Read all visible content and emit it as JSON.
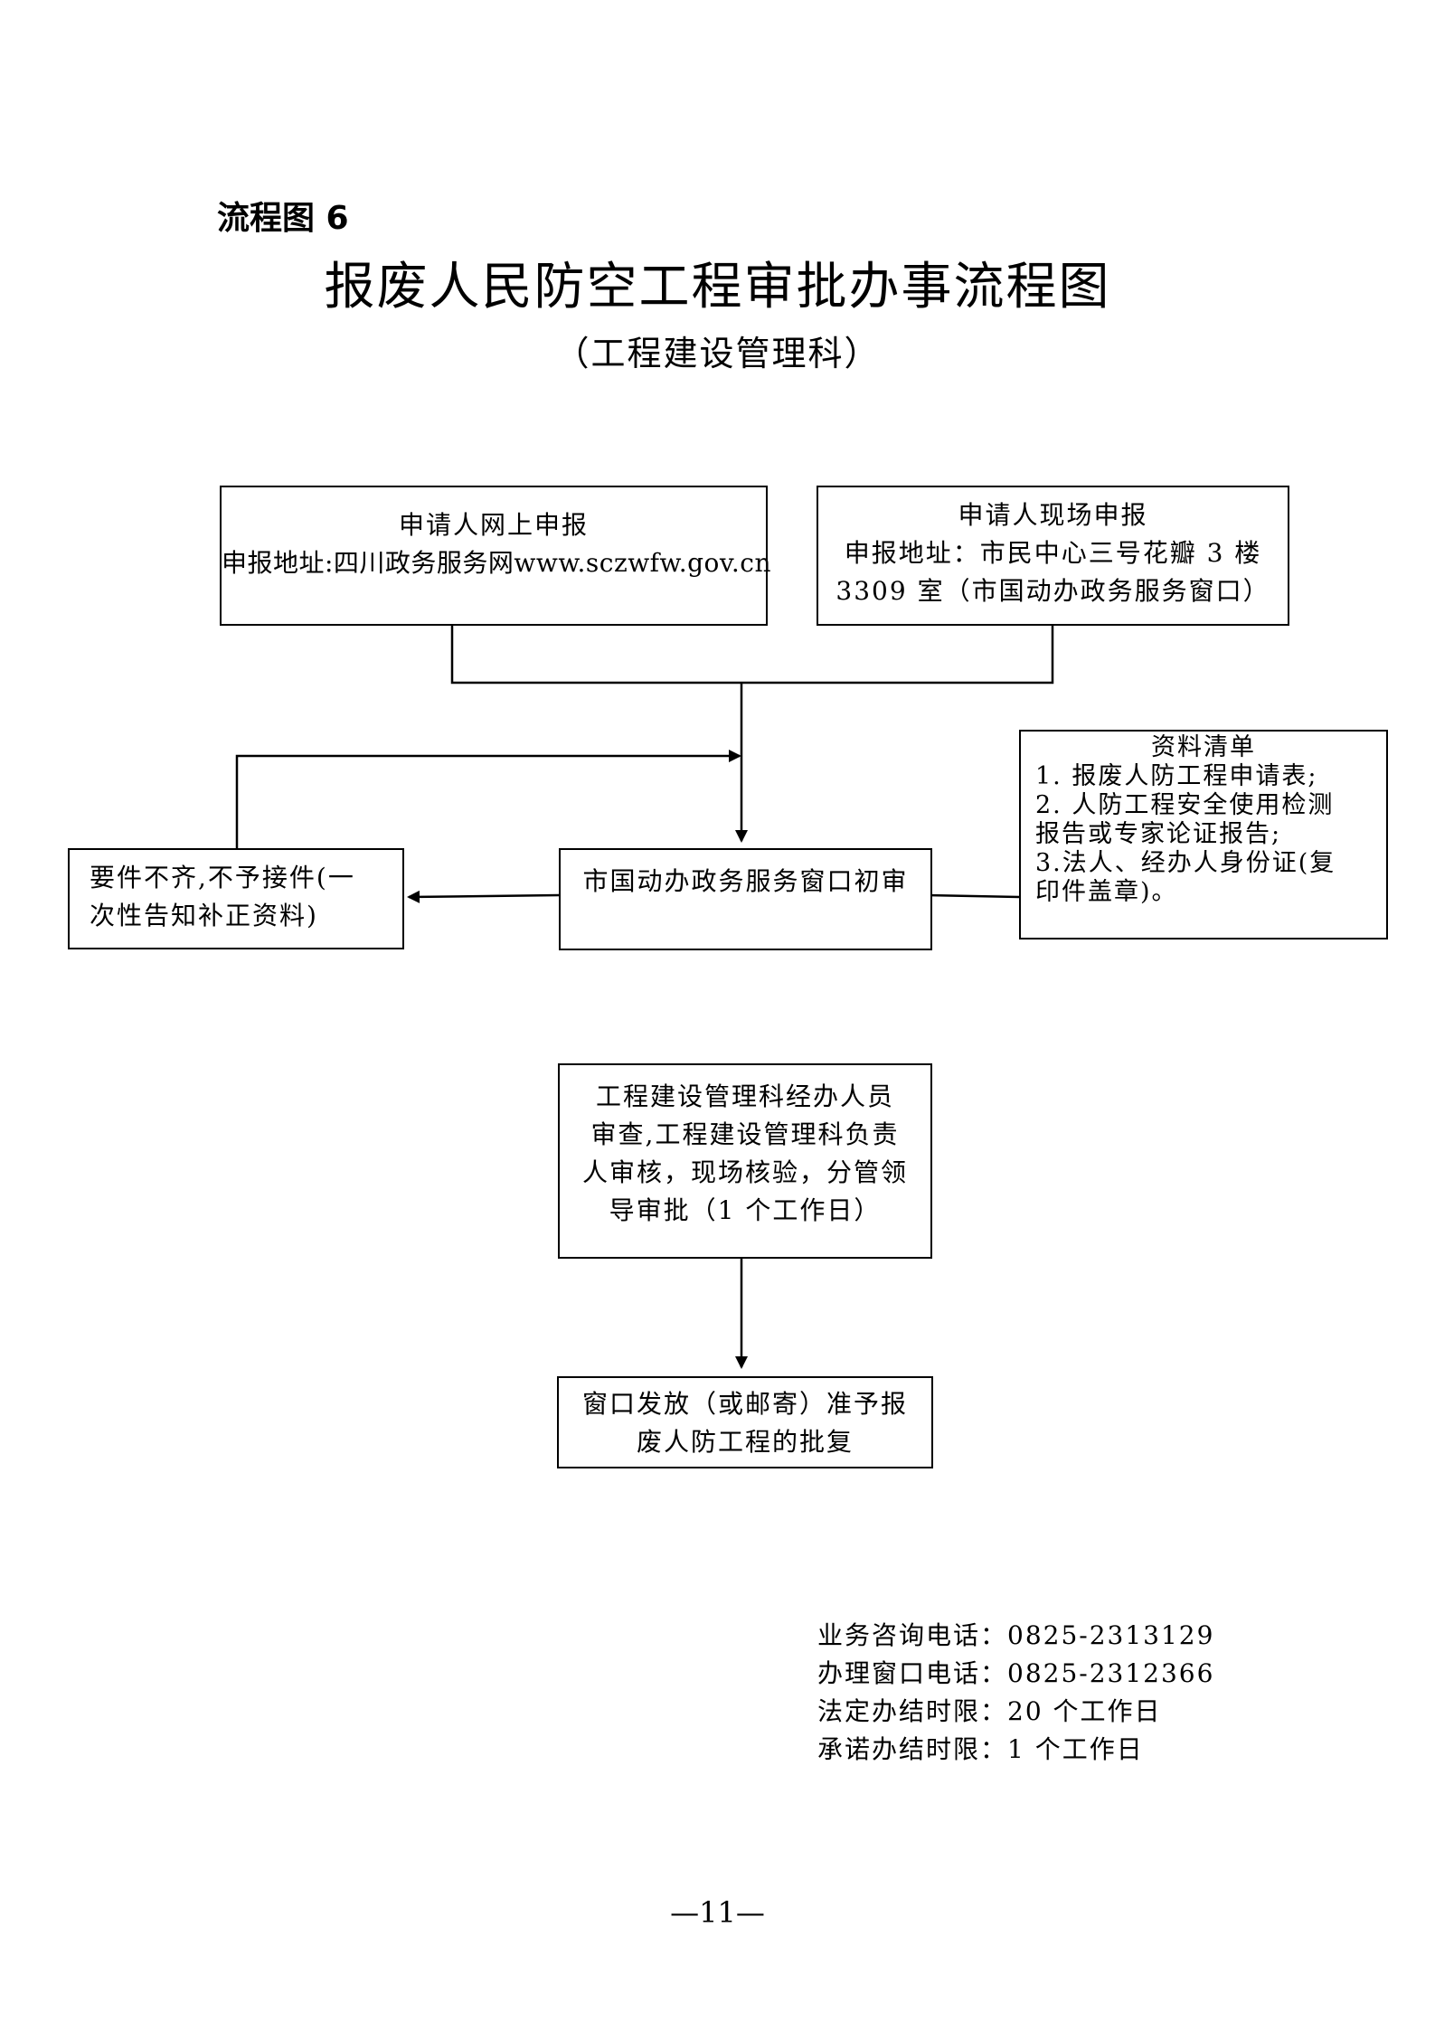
{
  "header": {
    "figure_label": "流程图 6",
    "title": "报废人民防空工程审批办事流程图",
    "subtitle": "（工程建设管理科）"
  },
  "boxes": {
    "online": {
      "lines": [
        "申请人网上申报",
        "申报地址:四川政务服务网www.sczwfw.gov.cn"
      ]
    },
    "onsite": {
      "lines": [
        "申请人现场申报",
        "申报地址：市民中心三号花瓣 3 楼",
        "3309 室（市国动办政务服务窗口）"
      ]
    },
    "materials": {
      "lines": [
        "资料清单",
        "1. 报废人防工程申请表;",
        "2. 人防工程安全使用检测",
        "报告或专家论证报告;",
        "3.法人、经办人身份证(复",
        "印件盖章)。"
      ]
    },
    "incomplete": {
      "lines": [
        "要件不齐,不予接件(一",
        "次性告知补正资料)"
      ]
    },
    "initial_review": {
      "lines": [
        "市国动办政务服务窗口初审"
      ]
    },
    "review": {
      "lines": [
        "工程建设管理科经办人员",
        "审查,工程建设管理科负责",
        "人审核，现场核验，分管领",
        "导审批（1 个工作日）"
      ]
    },
    "issue": {
      "lines": [
        "窗口发放（或邮寄）准予报",
        "废人防工程的批复"
      ]
    }
  },
  "footer": {
    "lines": [
      "业务咨询电话：0825-2313129",
      "办理窗口电话：0825-2312366",
      "法定办结时限：20 个工作日",
      "承诺办结时限：1 个工作日"
    ]
  },
  "page_number": "—11—"
}
